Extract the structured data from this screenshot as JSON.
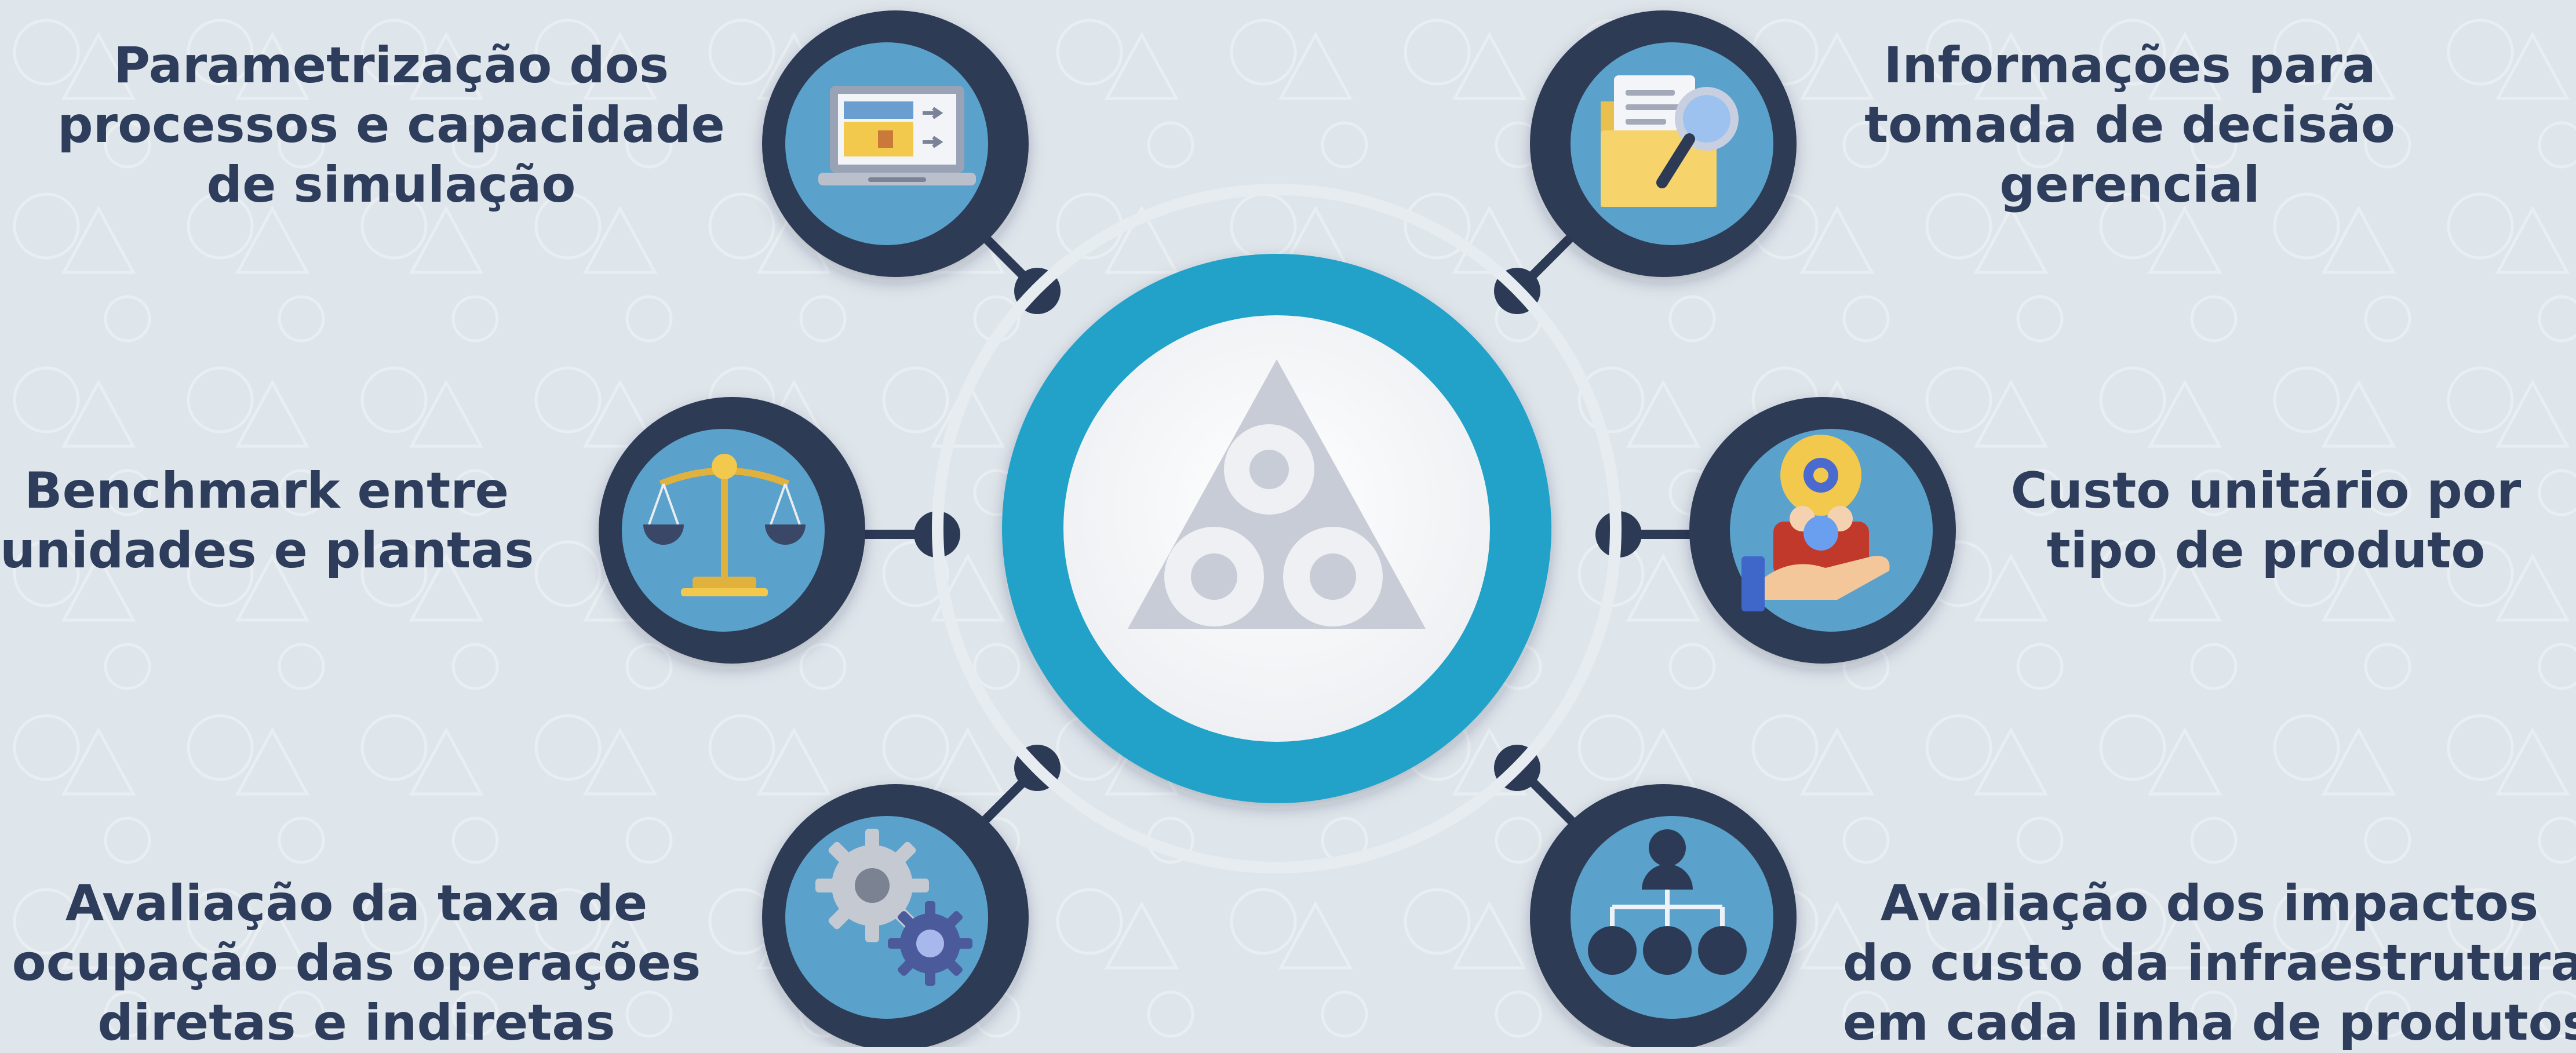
{
  "colors": {
    "background": "#dfe6eb",
    "ring_dark": "#2d3a55",
    "icon_bg": "#5aa1cc",
    "accent": "#23a2c9",
    "text": "#2e3d5c",
    "logo": "#c8ccd6"
  },
  "center": {
    "logo_icon": "triangle-circles-logo"
  },
  "nodes": {
    "top_left": {
      "icon": "laptop-process-icon",
      "lines": [
        "Parametrização dos",
        "processos e capacidade",
        "de simulação"
      ]
    },
    "mid_left": {
      "icon": "balance-scale-icon",
      "lines": [
        "Benchmark entre",
        "unidades e plantas"
      ]
    },
    "bottom_left": {
      "icon": "gears-icon",
      "lines": [
        "Avaliação da taxa de",
        "ocupação das operações",
        "diretas e indiretas"
      ]
    },
    "top_right": {
      "icon": "folder-search-icon",
      "lines": [
        "Informações para",
        "tomada de decisão",
        "gerencial"
      ]
    },
    "mid_right": {
      "icon": "hand-team-icon",
      "lines": [
        "Custo unitário por",
        "tipo de produto"
      ]
    },
    "bottom_right": {
      "icon": "org-chart-icon",
      "lines": [
        "Avaliação dos impactos",
        "do custo da infraestrutura",
        "em cada linha de produtos"
      ]
    }
  }
}
